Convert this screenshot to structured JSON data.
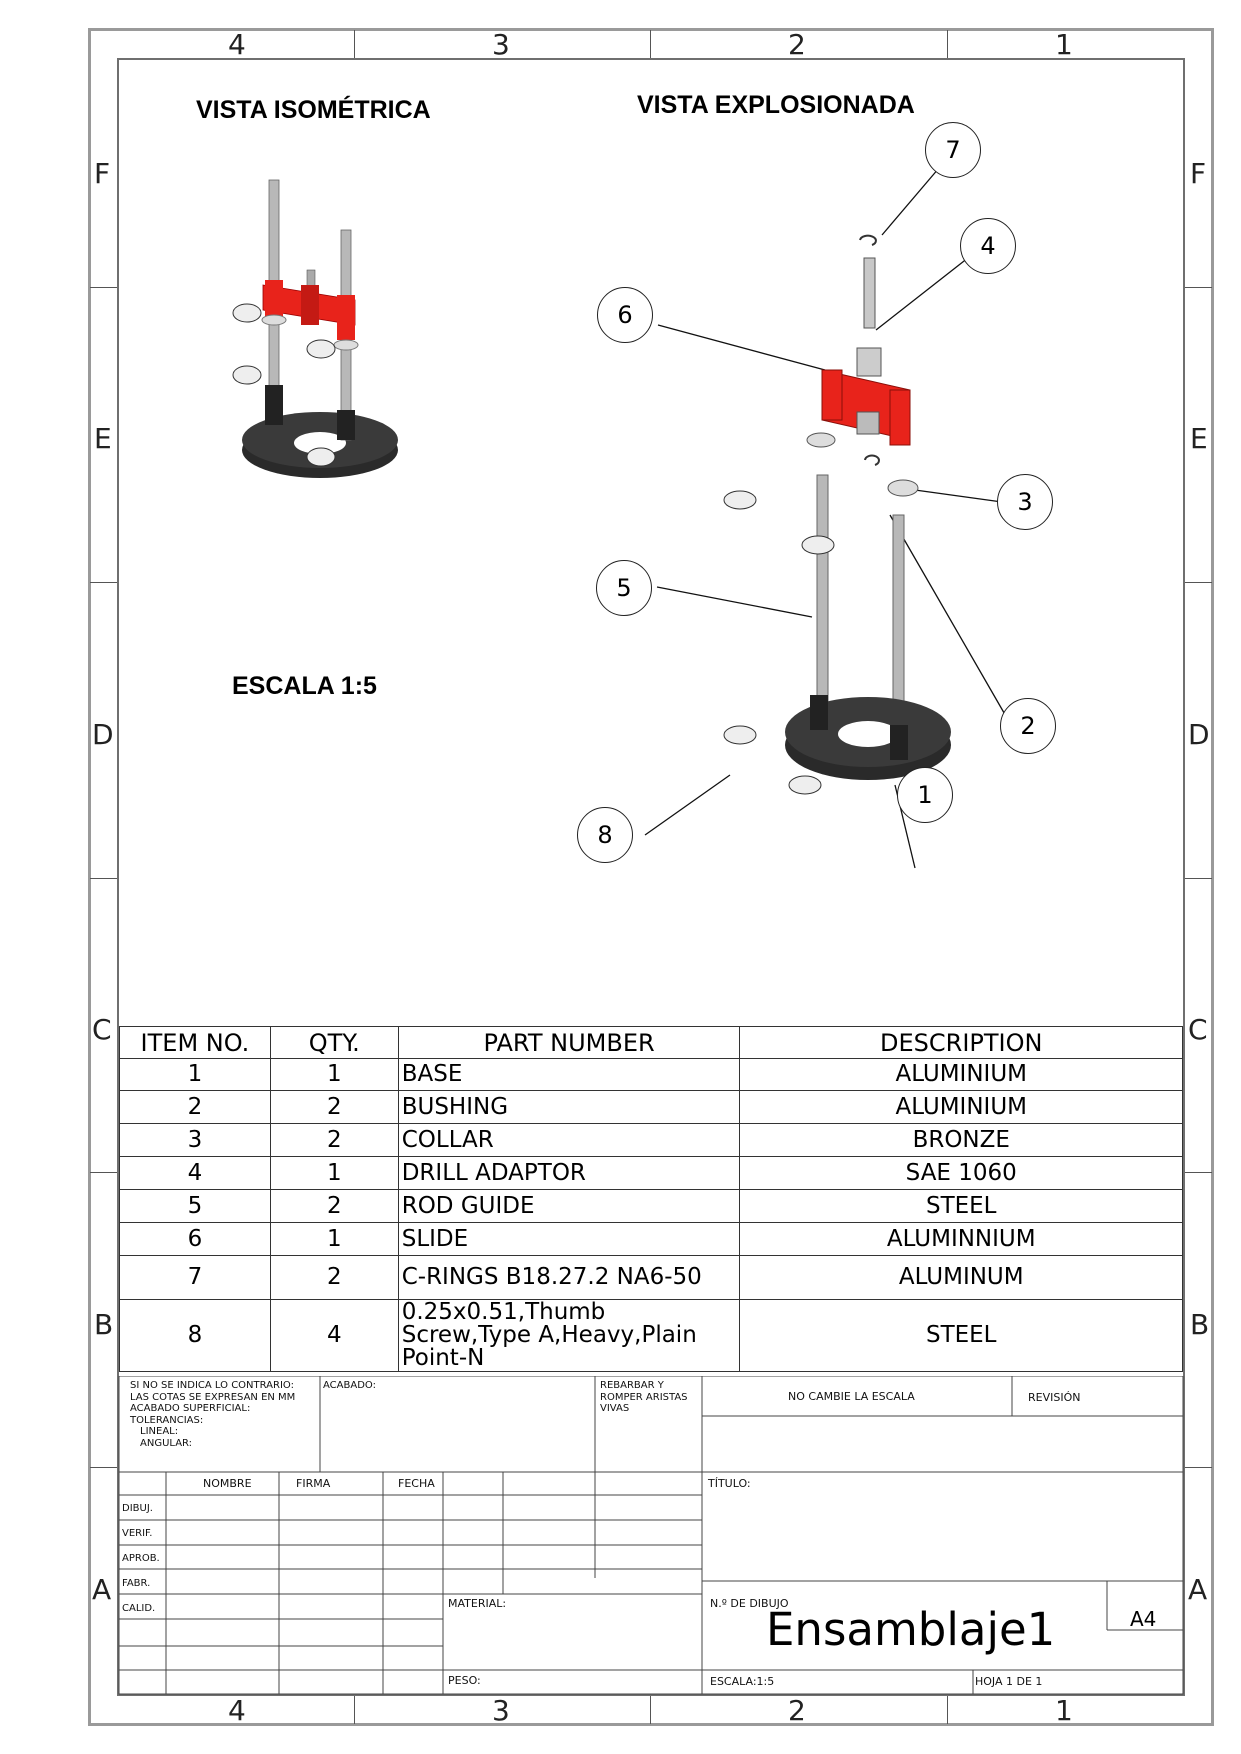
{
  "zones": {
    "columns": [
      "4",
      "3",
      "2",
      "1"
    ],
    "rows": [
      "F",
      "E",
      "D",
      "C",
      "B",
      "A"
    ]
  },
  "views": {
    "iso_title": "VISTA ISOMÉTRICA",
    "exploded_title": "VISTA EXPLOSIONADA",
    "scale_label": "ESCALA 1:5"
  },
  "balloons": [
    "1",
    "2",
    "3",
    "4",
    "5",
    "6",
    "7",
    "8"
  ],
  "colors": {
    "slide": "#e8231b",
    "base": "#2a2a2a",
    "rod": "#b8b8b8",
    "frame": "#9a9a9a"
  },
  "bom": {
    "headers": [
      "ITEM NO.",
      "QTY.",
      "PART NUMBER",
      "DESCRIPTION"
    ],
    "rows": [
      {
        "item": "1",
        "qty": "1",
        "part": "BASE",
        "desc": "ALUMINIUM"
      },
      {
        "item": "2",
        "qty": "2",
        "part": "BUSHING",
        "desc": "ALUMINIUM"
      },
      {
        "item": "3",
        "qty": "2",
        "part": "COLLAR",
        "desc": "BRONZE"
      },
      {
        "item": "4",
        "qty": "1",
        "part": "DRILL ADAPTOR",
        "desc": "SAE 1060"
      },
      {
        "item": "5",
        "qty": "2",
        "part": "ROD GUIDE",
        "desc": "STEEL"
      },
      {
        "item": "6",
        "qty": "1",
        "part": "SLIDE",
        "desc": "ALUMINNIUM"
      },
      {
        "item": "7",
        "qty": "2",
        "part": "C-RINGS B18.27.2 NA6-50",
        "desc": "ALUMINUM"
      },
      {
        "item": "8",
        "qty": "4",
        "part_lines": [
          "0.25x0.51,Thumb",
          "Screw,Type A,Heavy,Plain",
          "Point-N"
        ],
        "desc": "STEEL"
      }
    ]
  },
  "title_block": {
    "notes": [
      "SI NO SE INDICA LO CONTRARIO:",
      "LAS COTAS SE EXPRESAN EN MM",
      "ACABADO SUPERFICIAL:",
      "TOLERANCIAS:",
      "LINEAL:",
      "ANGULAR:"
    ],
    "finish": "ACABADO:",
    "deburr": [
      "REBARBAR Y",
      "ROMPER ARISTAS",
      "VIVAS"
    ],
    "no_scale": "NO CAMBIE LA ESCALA",
    "revision": "REVISIÓN",
    "name_header": "NOMBRE",
    "signature_header": "FIRMA",
    "date_header": "FECHA",
    "roles": [
      "DIBUJ.",
      "VERIF.",
      "APROB.",
      "FABR.",
      "CALID."
    ],
    "title_label": "TÍTULO:",
    "material_label": "MATERIAL:",
    "drawing_no_label": "N.º DE DIBUJO",
    "drawing_no": "Ensamblaje1",
    "sheet_size": "A4",
    "weight_label": "PESO:",
    "scale": "ESCALA:1:5",
    "sheet": "HOJA 1 DE 1"
  }
}
